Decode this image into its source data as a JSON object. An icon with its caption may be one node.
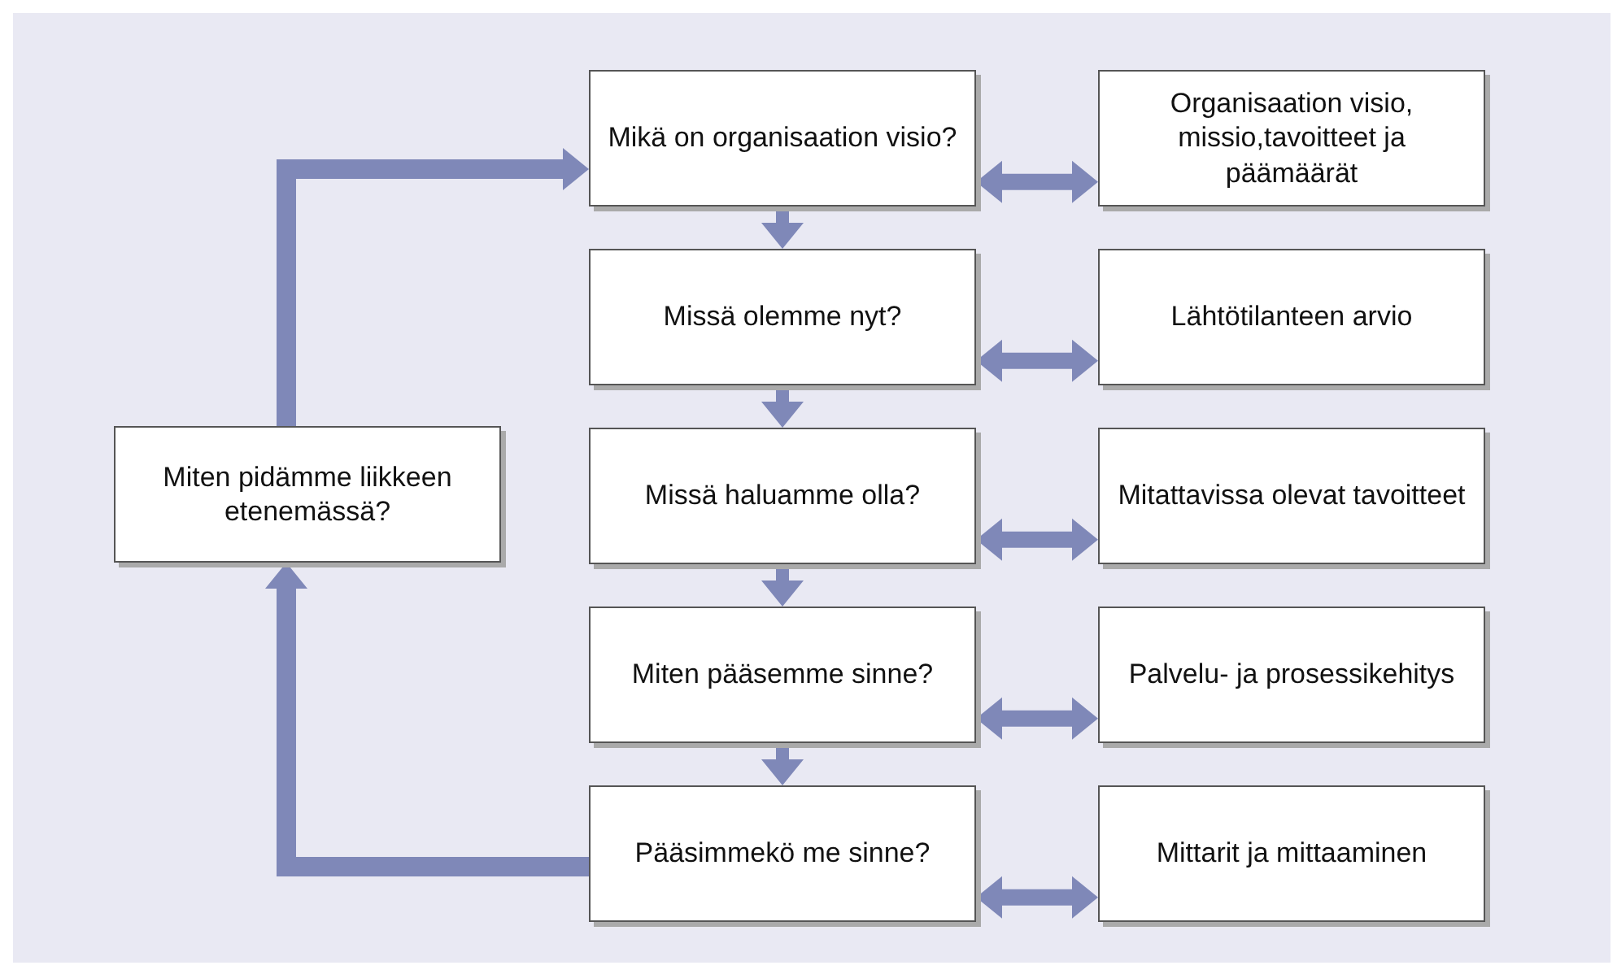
{
  "diagram": {
    "nodes": [
      {
        "text": [
          "Mikä on organisaation visio?"
        ]
      },
      {
        "text": [
          "Missä olemme nyt?"
        ]
      },
      {
        "text": [
          "Missä haluamme olla?"
        ]
      },
      {
        "text": [
          "Miten pääsemme sinne?"
        ]
      },
      {
        "text": [
          "Pääsimmekö me sinne?"
        ]
      },
      {
        "text": [
          "Organisaation visio, missio,tavoitteet ja päämäärät"
        ]
      },
      {
        "text": [
          "Lähtötilanteen arvio"
        ]
      },
      {
        "text": [
          "Mitattavissa olevat tavoitteet"
        ]
      },
      {
        "text": [
          "Palvelu- ja prosessikehitys"
        ]
      },
      {
        "text": [
          "Mittarit ja mittaaminen"
        ]
      },
      {
        "text": [
          "Miten pidämme liikkeen etenemässä?"
        ]
      }
    ],
    "edges": [
      {
        "from": 0,
        "to": 1,
        "arrow": "to"
      },
      {
        "from": 1,
        "to": 2,
        "arrow": "to"
      },
      {
        "from": 2,
        "to": 3,
        "arrow": "to"
      },
      {
        "from": 3,
        "to": 4,
        "arrow": "to"
      },
      {
        "from": 0,
        "to": 5,
        "arrow": "both"
      },
      {
        "from": 1,
        "to": 6,
        "arrow": "both"
      },
      {
        "from": 2,
        "to": 7,
        "arrow": "both"
      },
      {
        "from": 3,
        "to": 8,
        "arrow": "both"
      },
      {
        "from": 4,
        "to": 9,
        "arrow": "both"
      },
      {
        "from": 10,
        "to": 0,
        "arrow": "to"
      },
      {
        "from": 4,
        "to": 10,
        "arrow": "to"
      }
    ]
  }
}
